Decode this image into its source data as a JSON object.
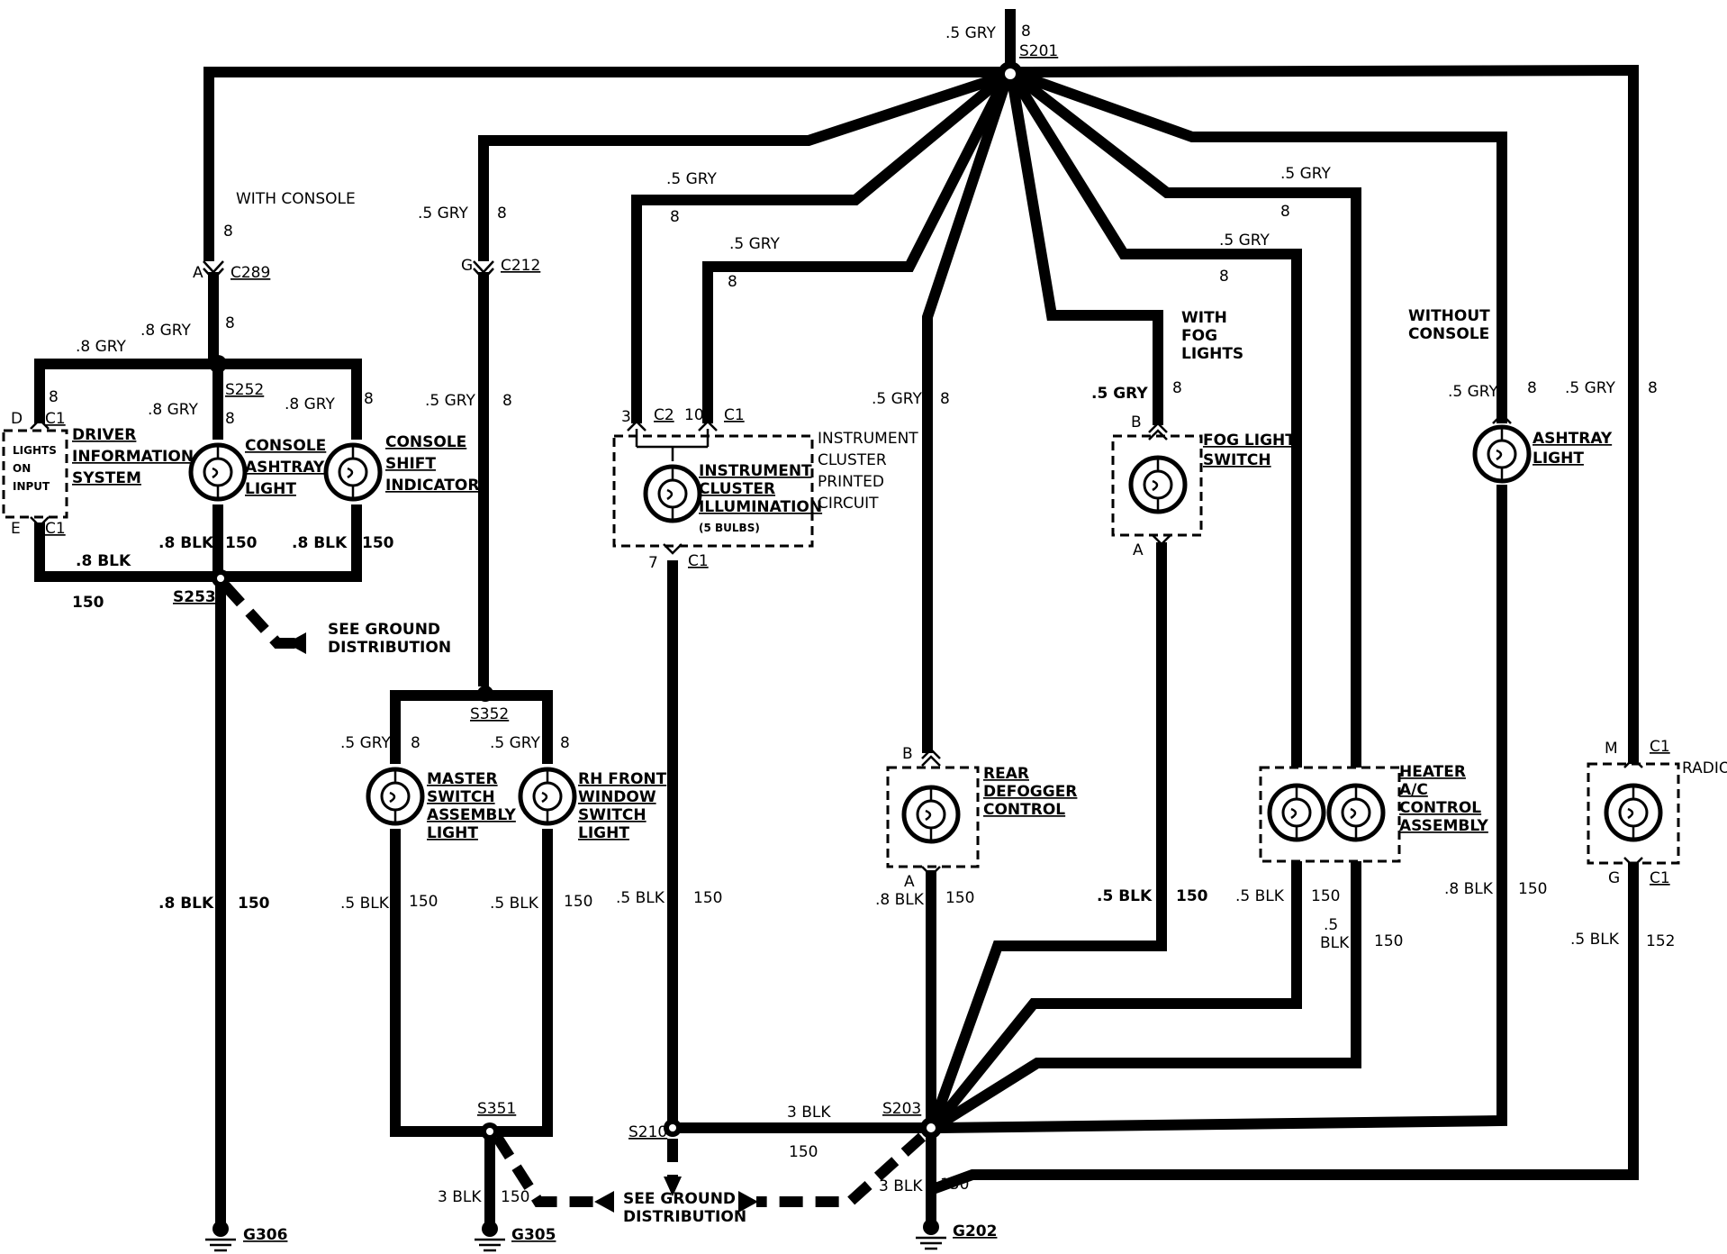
{
  "splices": {
    "s201": "S201",
    "s252": "S252",
    "s253": "S253",
    "s352": "S352",
    "s351": "S351",
    "s210": "S210",
    "s203": "S203"
  },
  "connectors": {
    "c289": "C289",
    "c212": "C212",
    "c1": "C1",
    "c2": "C2"
  },
  "grounds": {
    "g306": "G306",
    "g305": "G305",
    "g202": "G202"
  },
  "wires": {
    "gry05": ".5 GRY",
    "gry08": ".8 GRY",
    "blk05": ".5 BLK",
    "blk08": ".8 BLK",
    "blk3": "3 BLK",
    "blk05_num": ".5",
    "blk05_word": "BLK",
    "c8": "8",
    "c150": "150",
    "c152": "152"
  },
  "pins": {
    "a": "A",
    "b": "B",
    "d": "D",
    "e": "E",
    "g": "G",
    "m": "M",
    "p3": "3",
    "p7": "7",
    "p10": "10"
  },
  "notes": {
    "with_console": "WITH CONSOLE",
    "without_console": [
      "WITHOUT",
      "CONSOLE"
    ],
    "with_fog_lights": [
      "WITH",
      "FOG",
      "LIGHTS"
    ],
    "see_ground_distribution": [
      "SEE GROUND",
      "DISTRIBUTION"
    ]
  },
  "components": {
    "driver_info": [
      "DRIVER",
      "INFORMATION",
      "SYSTEM"
    ],
    "lights_on_input": [
      "LIGHTS",
      "ON",
      "INPUT"
    ],
    "console_ashtray": [
      "CONSOLE",
      "ASHTRAY",
      "LIGHT"
    ],
    "console_shift": [
      "CONSOLE",
      "SHIFT",
      "INDICATOR"
    ],
    "instrument_cluster_illum": [
      "INSTRUMENT",
      "CLUSTER",
      "ILLUMINATION"
    ],
    "bulbs_count": "(5 BULBS)",
    "instrument_cluster_circuit": [
      "INSTRUMENT",
      "CLUSTER",
      "PRINTED",
      "CIRCUIT"
    ],
    "fog_light_switch": [
      "FOG LIGHT",
      "SWITCH"
    ],
    "ashtray_light": [
      "ASHTRAY",
      "LIGHT"
    ],
    "master_switch": [
      "MASTER",
      "SWITCH",
      "ASSEMBLY",
      "LIGHT"
    ],
    "rh_front_window": [
      "RH FRONT",
      "WINDOW",
      "SWITCH",
      "LIGHT"
    ],
    "rear_defogger": [
      "REAR",
      "DEFOGGER",
      "CONTROL"
    ],
    "heater_ac": [
      "HEATER",
      "A/C",
      "CONTROL",
      "ASSEMBLY"
    ],
    "radio": "RADIO"
  }
}
